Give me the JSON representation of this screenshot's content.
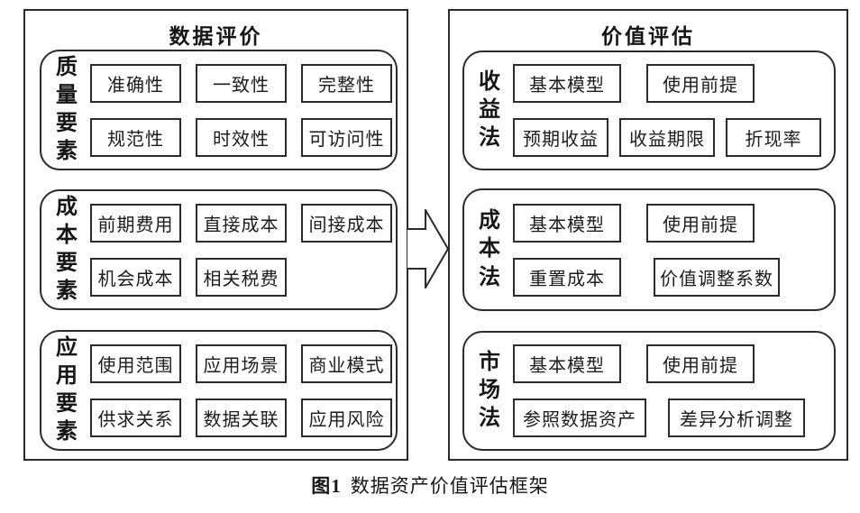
{
  "diagram": {
    "left_panel": {
      "title": "数据评价",
      "groups": [
        {
          "label": "质量要素",
          "rows": [
            [
              "准确性",
              "一致性",
              "完整性"
            ],
            [
              "规范性",
              "时效性",
              "可访问性"
            ]
          ]
        },
        {
          "label": "成本要素",
          "rows": [
            [
              "前期费用",
              "直接成本",
              "间接成本"
            ],
            [
              "机会成本",
              "相关税费"
            ]
          ]
        },
        {
          "label": "应用要素",
          "rows": [
            [
              "使用范围",
              "应用场景",
              "商业模式"
            ],
            [
              "供求关系",
              "数据关联",
              "应用风险"
            ]
          ]
        }
      ]
    },
    "right_panel": {
      "title": "价值评估",
      "groups": [
        {
          "label": "收益法",
          "rows": [
            [
              "基本模型",
              "使用前提"
            ],
            [
              "预期收益",
              "收益期限",
              "折现率"
            ]
          ]
        },
        {
          "label": "成本法",
          "rows": [
            [
              "基本模型",
              "使用前提"
            ],
            [
              "重置成本",
              "价值调整系数"
            ]
          ]
        },
        {
          "label": "市场法",
          "rows": [
            [
              "基本模型",
              "使用前提"
            ],
            [
              "参照数据资产",
              "差异分析调整"
            ]
          ]
        }
      ]
    },
    "arrow": "right-block-arrow",
    "caption": {
      "figure_label": "图1",
      "text": "数据资产价值评估框架"
    },
    "colors": {
      "border": "#2b2b2b",
      "text": "#1c1c1c",
      "background": "#ffffff"
    }
  }
}
